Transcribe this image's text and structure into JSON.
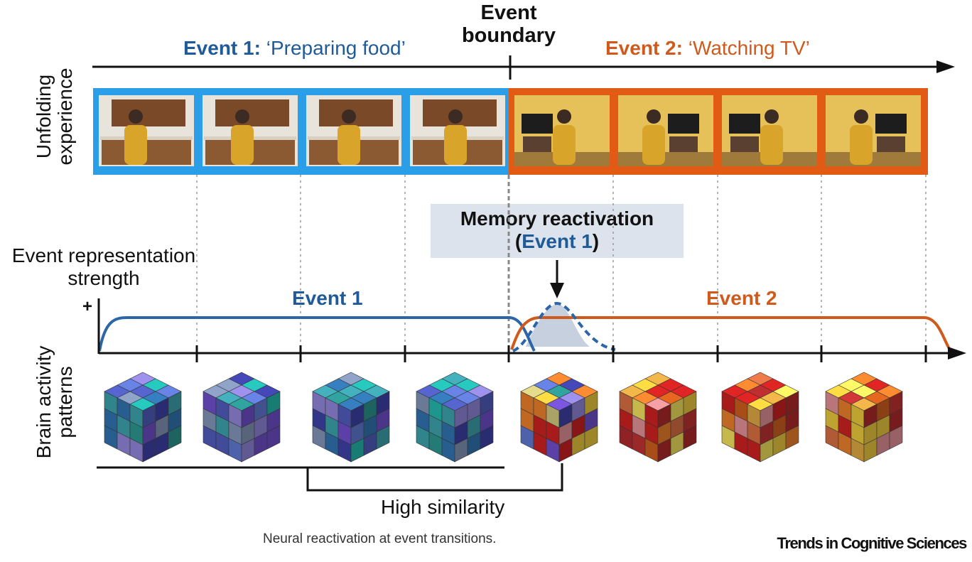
{
  "title_boundary": "Event boundary",
  "event1_header": {
    "label": "Event 1:",
    "name": "‘Preparing food’"
  },
  "event2_header": {
    "label": "Event 2:",
    "name": "‘Watching TV’"
  },
  "row_labels": {
    "unfolding": "Unfolding experience",
    "brain": "Brain activity patterns",
    "strength": "Event representation strength",
    "plus": "+"
  },
  "memory": {
    "line1": "Memory reactivation",
    "open": "(",
    "event": "Event 1",
    "close": ")"
  },
  "curves": {
    "event1": "Event 1",
    "event2": "Event 2"
  },
  "similarity": "High similarity",
  "caption": "Neural reactivation at event transitions.",
  "journal": "Trends in Cognitive Sciences",
  "colors": {
    "event1": "#1f5a99",
    "event1_frame": "#2a9fe8",
    "event2": "#d05a1c",
    "event2_frame": "#e15b14",
    "memory_box": "#dde3ec",
    "reactivation_fill": "#c6d0de"
  },
  "frames": [
    {
      "scene": "kitchen-reaching-cabinet",
      "event": 1
    },
    {
      "scene": "kitchen-opening-cabinet",
      "event": 1
    },
    {
      "scene": "kitchen-counter",
      "event": 1
    },
    {
      "scene": "kitchen-preparing",
      "event": 1
    },
    {
      "scene": "living-room-entering",
      "event": 2
    },
    {
      "scene": "living-room-standing",
      "event": 2
    },
    {
      "scene": "living-room-turning-on-tv",
      "event": 2
    },
    {
      "scene": "living-room-using-remote",
      "event": 2
    }
  ],
  "cubes": [
    {
      "palette": "cool",
      "event": 1
    },
    {
      "palette": "cool",
      "event": 1
    },
    {
      "palette": "cool",
      "event": 1
    },
    {
      "palette": "cool",
      "event": 1
    },
    {
      "palette": "mixed",
      "event": "boundary"
    },
    {
      "palette": "warm",
      "event": 2
    },
    {
      "palette": "warm",
      "event": 2
    },
    {
      "palette": "warm",
      "event": 2
    }
  ]
}
